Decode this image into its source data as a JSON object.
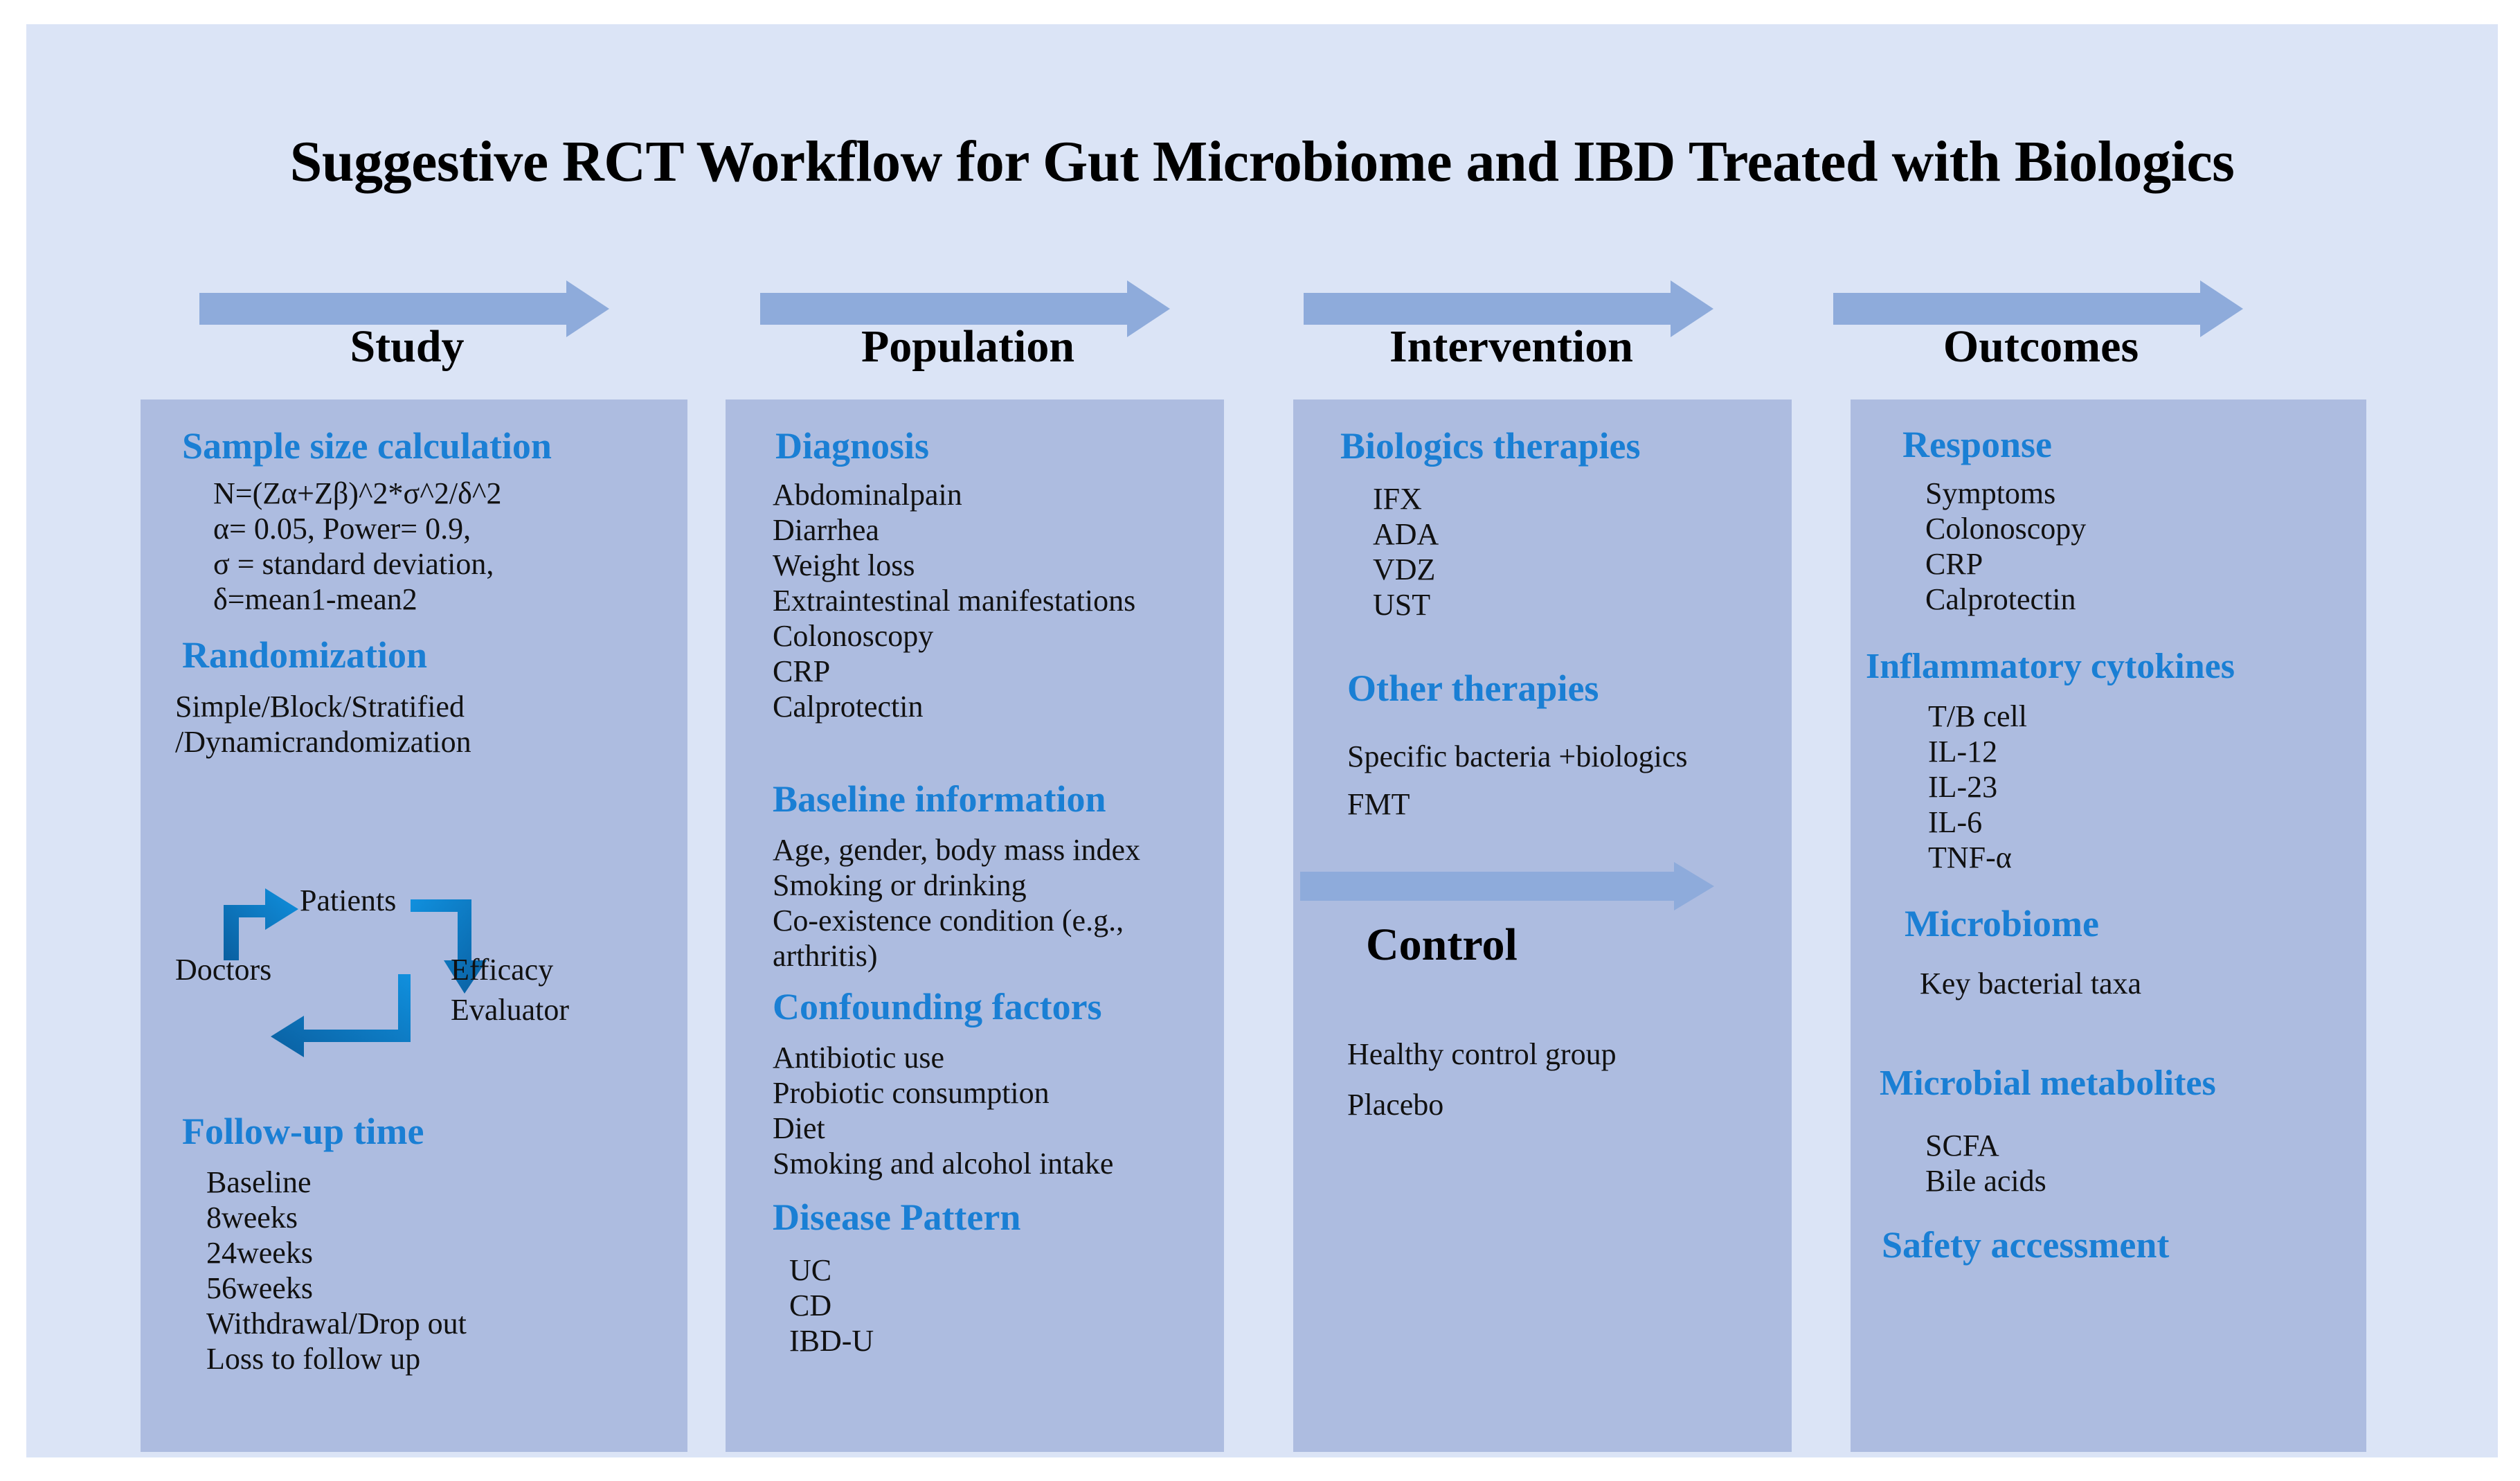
{
  "title": "Suggestive RCT Workflow for Gut Microbiome and IBD Treated with Biologics",
  "colors": {
    "page_background": "#ffffff",
    "canvas_background": "#dbe4f6",
    "panel_background": "#adbce0",
    "arrow_blue": "#8eabdb",
    "heading_blue": "#1a7fd4",
    "cycle_arrow_blue": "#0d7fd0",
    "text_black": "#111111"
  },
  "columns": [
    {
      "header": "Study",
      "sections": [
        {
          "heading": "Sample size calculation",
          "items": [
            "N=(Zα+Zβ)^2*σ^2/δ^2",
            "α= 0.05, Power= 0.9,",
            "σ = standard deviation,",
            "δ=mean1-mean2"
          ]
        },
        {
          "heading": "Randomization",
          "items": [
            "Simple/Block/Stratified",
            "/Dynamicrandomization"
          ]
        },
        {
          "heading": "Follow-up time",
          "items": [
            "Baseline",
            "8weeks",
            "24weeks",
            "56weeks",
            "Withdrawal/Drop out",
            "Loss to follow up"
          ]
        }
      ],
      "cycle": {
        "nodes": [
          "Doctors",
          "Patients",
          "Efficacy",
          "Evaluator"
        ],
        "arrows": [
          "doctors-to-patients",
          "patients-to-evaluator",
          "evaluator-to-doctors"
        ]
      }
    },
    {
      "header": "Population",
      "sections": [
        {
          "heading": "Diagnosis",
          "items": [
            "Abdominalpain",
            "Diarrhea",
            "Weight loss",
            "Extraintestinal manifestations",
            "Colonoscopy",
            "CRP",
            "Calprotectin"
          ]
        },
        {
          "heading": "Baseline information",
          "items": [
            "Age, gender, body mass index",
            "Smoking or drinking",
            "Co-existence condition (e.g., arthritis)"
          ]
        },
        {
          "heading": "Confounding factors",
          "items": [
            "Antibiotic use",
            "Probiotic consumption",
            "Diet",
            "Smoking and alcohol intake"
          ]
        },
        {
          "heading": "Disease Pattern",
          "items": [
            "UC",
            "CD",
            "IBD-U"
          ]
        }
      ]
    },
    {
      "header": "Intervention",
      "sections": [
        {
          "heading": "Biologics therapies",
          "items": [
            "IFX",
            "ADA",
            "VDZ",
            "UST"
          ]
        },
        {
          "heading": "Other therapies",
          "items": [
            "Specific bacteria +biologics",
            "FMT"
          ]
        },
        {
          "heading": "Control",
          "items": [
            "Healthy control group",
            "Placebo"
          ]
        }
      ]
    },
    {
      "header": "Outcomes",
      "sections": [
        {
          "heading": "Response",
          "items": [
            "Symptoms",
            "Colonoscopy",
            "CRP",
            "Calprotectin"
          ]
        },
        {
          "heading": "Inflammatory cytokines",
          "items": [
            "T/B cell",
            "IL-12",
            "IL-23",
            "IL-6",
            "TNF-α"
          ]
        },
        {
          "heading": "Microbiome",
          "items": [
            "Key bacterial taxa"
          ]
        },
        {
          "heading": "Microbial metabolites",
          "items": [
            "SCFA",
            "Bile acids"
          ]
        },
        {
          "heading": "Safety accessment",
          "items": []
        }
      ]
    }
  ]
}
